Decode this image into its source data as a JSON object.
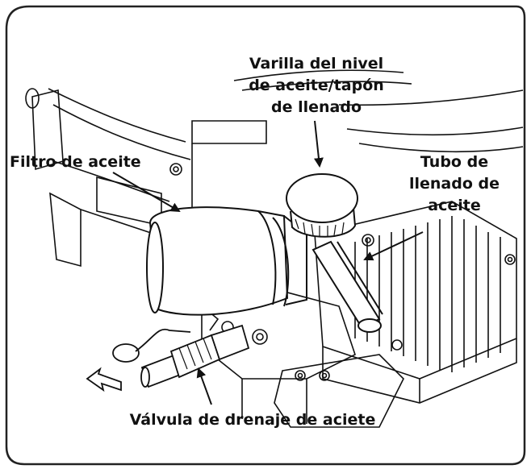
{
  "labels": {
    "dipstick": [
      "Varilla del nivel",
      "de aceite/tapón",
      "de llenado"
    ],
    "oil_filter": "Filtro de aceite",
    "fill_tube": [
      "Tubo de",
      "llenado de",
      "aceite"
    ],
    "drain_valve": "Válvula de drenaje de aciete"
  },
  "colors": {
    "line": "#111111",
    "frame": "#222222",
    "background": "#ffffff",
    "fill_light": "#f7f7f7"
  }
}
